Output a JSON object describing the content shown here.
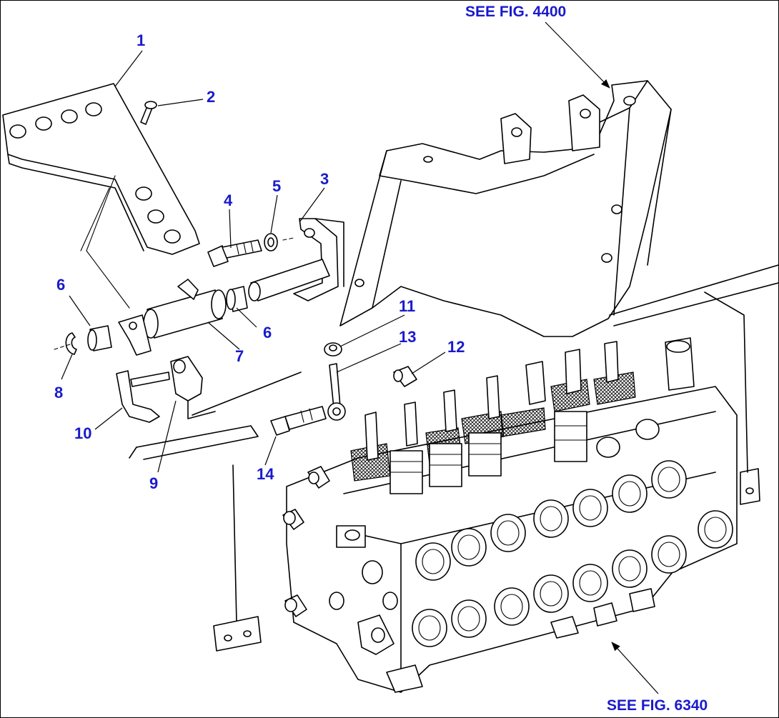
{
  "figure_refs": {
    "top": "SEE FIG. 4400",
    "bottom": "SEE FIG. 6340"
  },
  "callouts": [
    {
      "id": "1",
      "label": "1"
    },
    {
      "id": "2",
      "label": "2"
    },
    {
      "id": "3",
      "label": "3"
    },
    {
      "id": "4",
      "label": "4"
    },
    {
      "id": "5",
      "label": "5"
    },
    {
      "id": "6a",
      "label": "6"
    },
    {
      "id": "6b",
      "label": "6"
    },
    {
      "id": "7",
      "label": "7"
    },
    {
      "id": "8",
      "label": "8"
    },
    {
      "id": "9",
      "label": "9"
    },
    {
      "id": "10",
      "label": "10"
    },
    {
      "id": "11",
      "label": "11"
    },
    {
      "id": "12",
      "label": "12"
    },
    {
      "id": "13",
      "label": "13"
    },
    {
      "id": "14",
      "label": "14"
    }
  ],
  "colors": {
    "callout": "#1a1acc",
    "linework": "#000000",
    "background": "#ffffff"
  }
}
